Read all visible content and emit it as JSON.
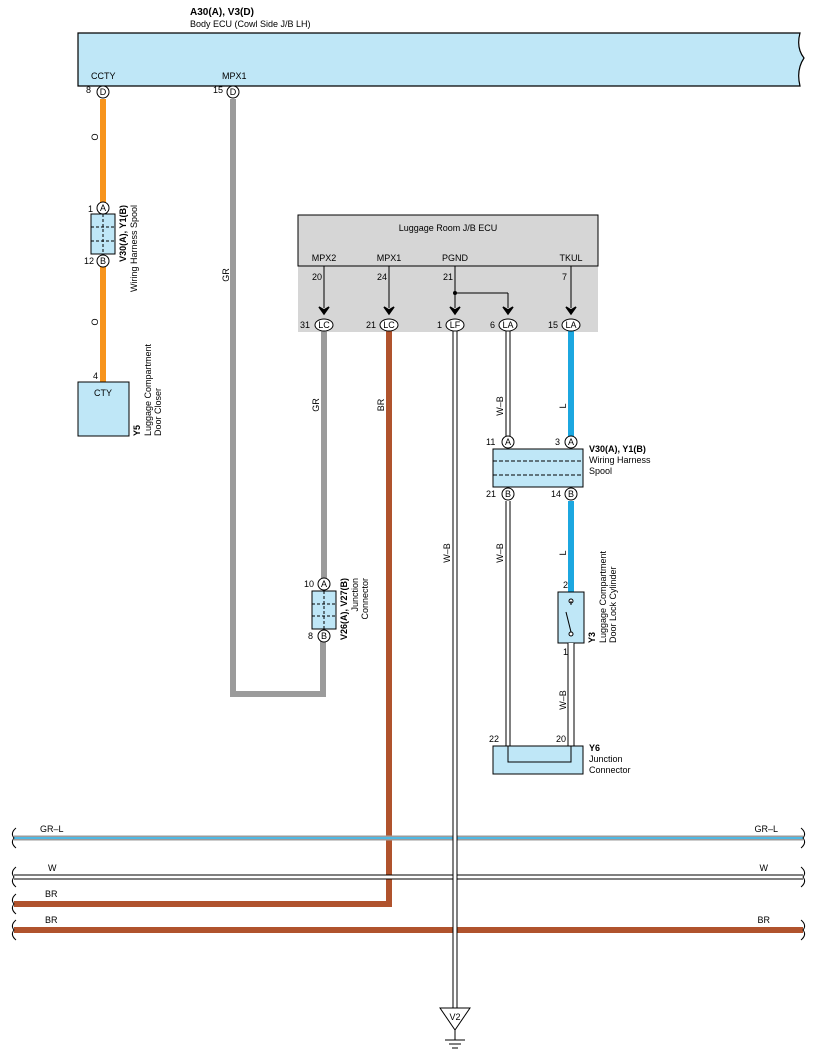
{
  "body_ecu": {
    "code": "A30(A), V3(D)",
    "name": "Body ECU (Cowl Side J/B LH)",
    "pins": [
      {
        "label": "CCTY",
        "num": "8",
        "conn": "D"
      },
      {
        "label": "MPX1",
        "num": "15",
        "conn": "D"
      }
    ]
  },
  "luggage_ecu": {
    "name": "Luggage Room J/B ECU",
    "pins": [
      {
        "label": "MPX2",
        "num": "20",
        "term": "31",
        "conn": "LC"
      },
      {
        "label": "MPX1",
        "num": "24",
        "term": "21",
        "conn": "LC"
      },
      {
        "label": "PGND",
        "num": "21",
        "term": "1",
        "conn": "LF"
      },
      {
        "label": "",
        "num": "",
        "term": "6",
        "conn": "LA"
      },
      {
        "label": "TKUL",
        "num": "7",
        "term": "15",
        "conn": "LA"
      }
    ]
  },
  "spool_left": {
    "code": "V30(A), Y1(B)",
    "name": "Wiring Harness Spool",
    "top": {
      "num": "1",
      "conn": "A"
    },
    "bottom": {
      "num": "12",
      "conn": "B"
    }
  },
  "door_closer": {
    "code": "Y5",
    "name1": "Luggage Compartment",
    "name2": "Door Closer",
    "pin_num": "4",
    "pin_label": "CTY"
  },
  "junction_left": {
    "code": "V26(A), V27(B)",
    "name1": "Junction",
    "name2": "Connector",
    "top": {
      "num": "10",
      "conn": "A"
    },
    "bottom": {
      "num": "8",
      "conn": "B"
    }
  },
  "spool_right": {
    "code": "V30(A), Y1(B)",
    "name1": "Wiring Harness",
    "name2": "Spool",
    "pins_top": [
      {
        "num": "11",
        "conn": "A"
      },
      {
        "num": "3",
        "conn": "A"
      }
    ],
    "pins_bottom": [
      {
        "num": "21",
        "conn": "B"
      },
      {
        "num": "14",
        "conn": "B"
      }
    ]
  },
  "lock_cylinder": {
    "code": "Y3",
    "name1": "Luggage Compartment",
    "name2": "Door Lock Cylinder",
    "pin_top": "2",
    "pin_bottom": "1"
  },
  "junction_y6": {
    "code": "Y6",
    "name1": "Junction",
    "name2": "Connector",
    "pin_left": "22",
    "pin_right": "20"
  },
  "ground": {
    "label": "V2"
  },
  "wire_labels": {
    "o1": "O",
    "o2": "O",
    "gr_left": "GR",
    "gr_mid": "GR",
    "br_mid": "BR",
    "wb_center": "W–B",
    "wb_la_top": "W–B",
    "l_top": "L",
    "wb_la_bottom": "W–B",
    "l_bottom": "L",
    "wb_lock": "W–B"
  },
  "buses": [
    {
      "left": "GR–L",
      "right": "GR–L"
    },
    {
      "left": "W",
      "right": "W"
    },
    {
      "left": "BR",
      "right": ""
    },
    {
      "left": "BR",
      "right": "BR"
    }
  ],
  "colors": {
    "ecu_fill": "#bfe7f7",
    "jb_fill": "#d6d6d6",
    "orange": "#f7941d",
    "gray": "#9b9b9b",
    "brown": "#b0532d",
    "blue": "#1ca7e0",
    "gr_l_blue": "#4fb8e3"
  }
}
